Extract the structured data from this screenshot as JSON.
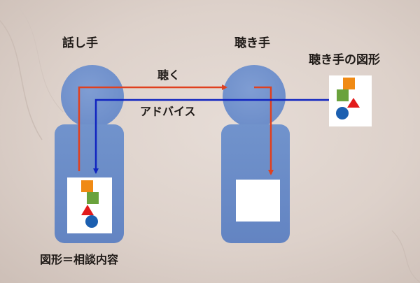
{
  "speaker_label": "話し手",
  "listener_label": "聴き手",
  "listener_shapes_label": "聴き手の図形",
  "listen_arrow_label": "聴く",
  "advice_arrow_label": "アドバイス",
  "caption": "図形＝相談内容",
  "colors": {
    "figure_blue": "#6a8bc8",
    "listen_arrow": "#e0401e",
    "advice_arrow": "#1024c0",
    "square_orange": "#f08a14",
    "square_green": "#6aa23c",
    "triangle_red": "#e21a1a",
    "circle_blue": "#1b5fb0"
  }
}
